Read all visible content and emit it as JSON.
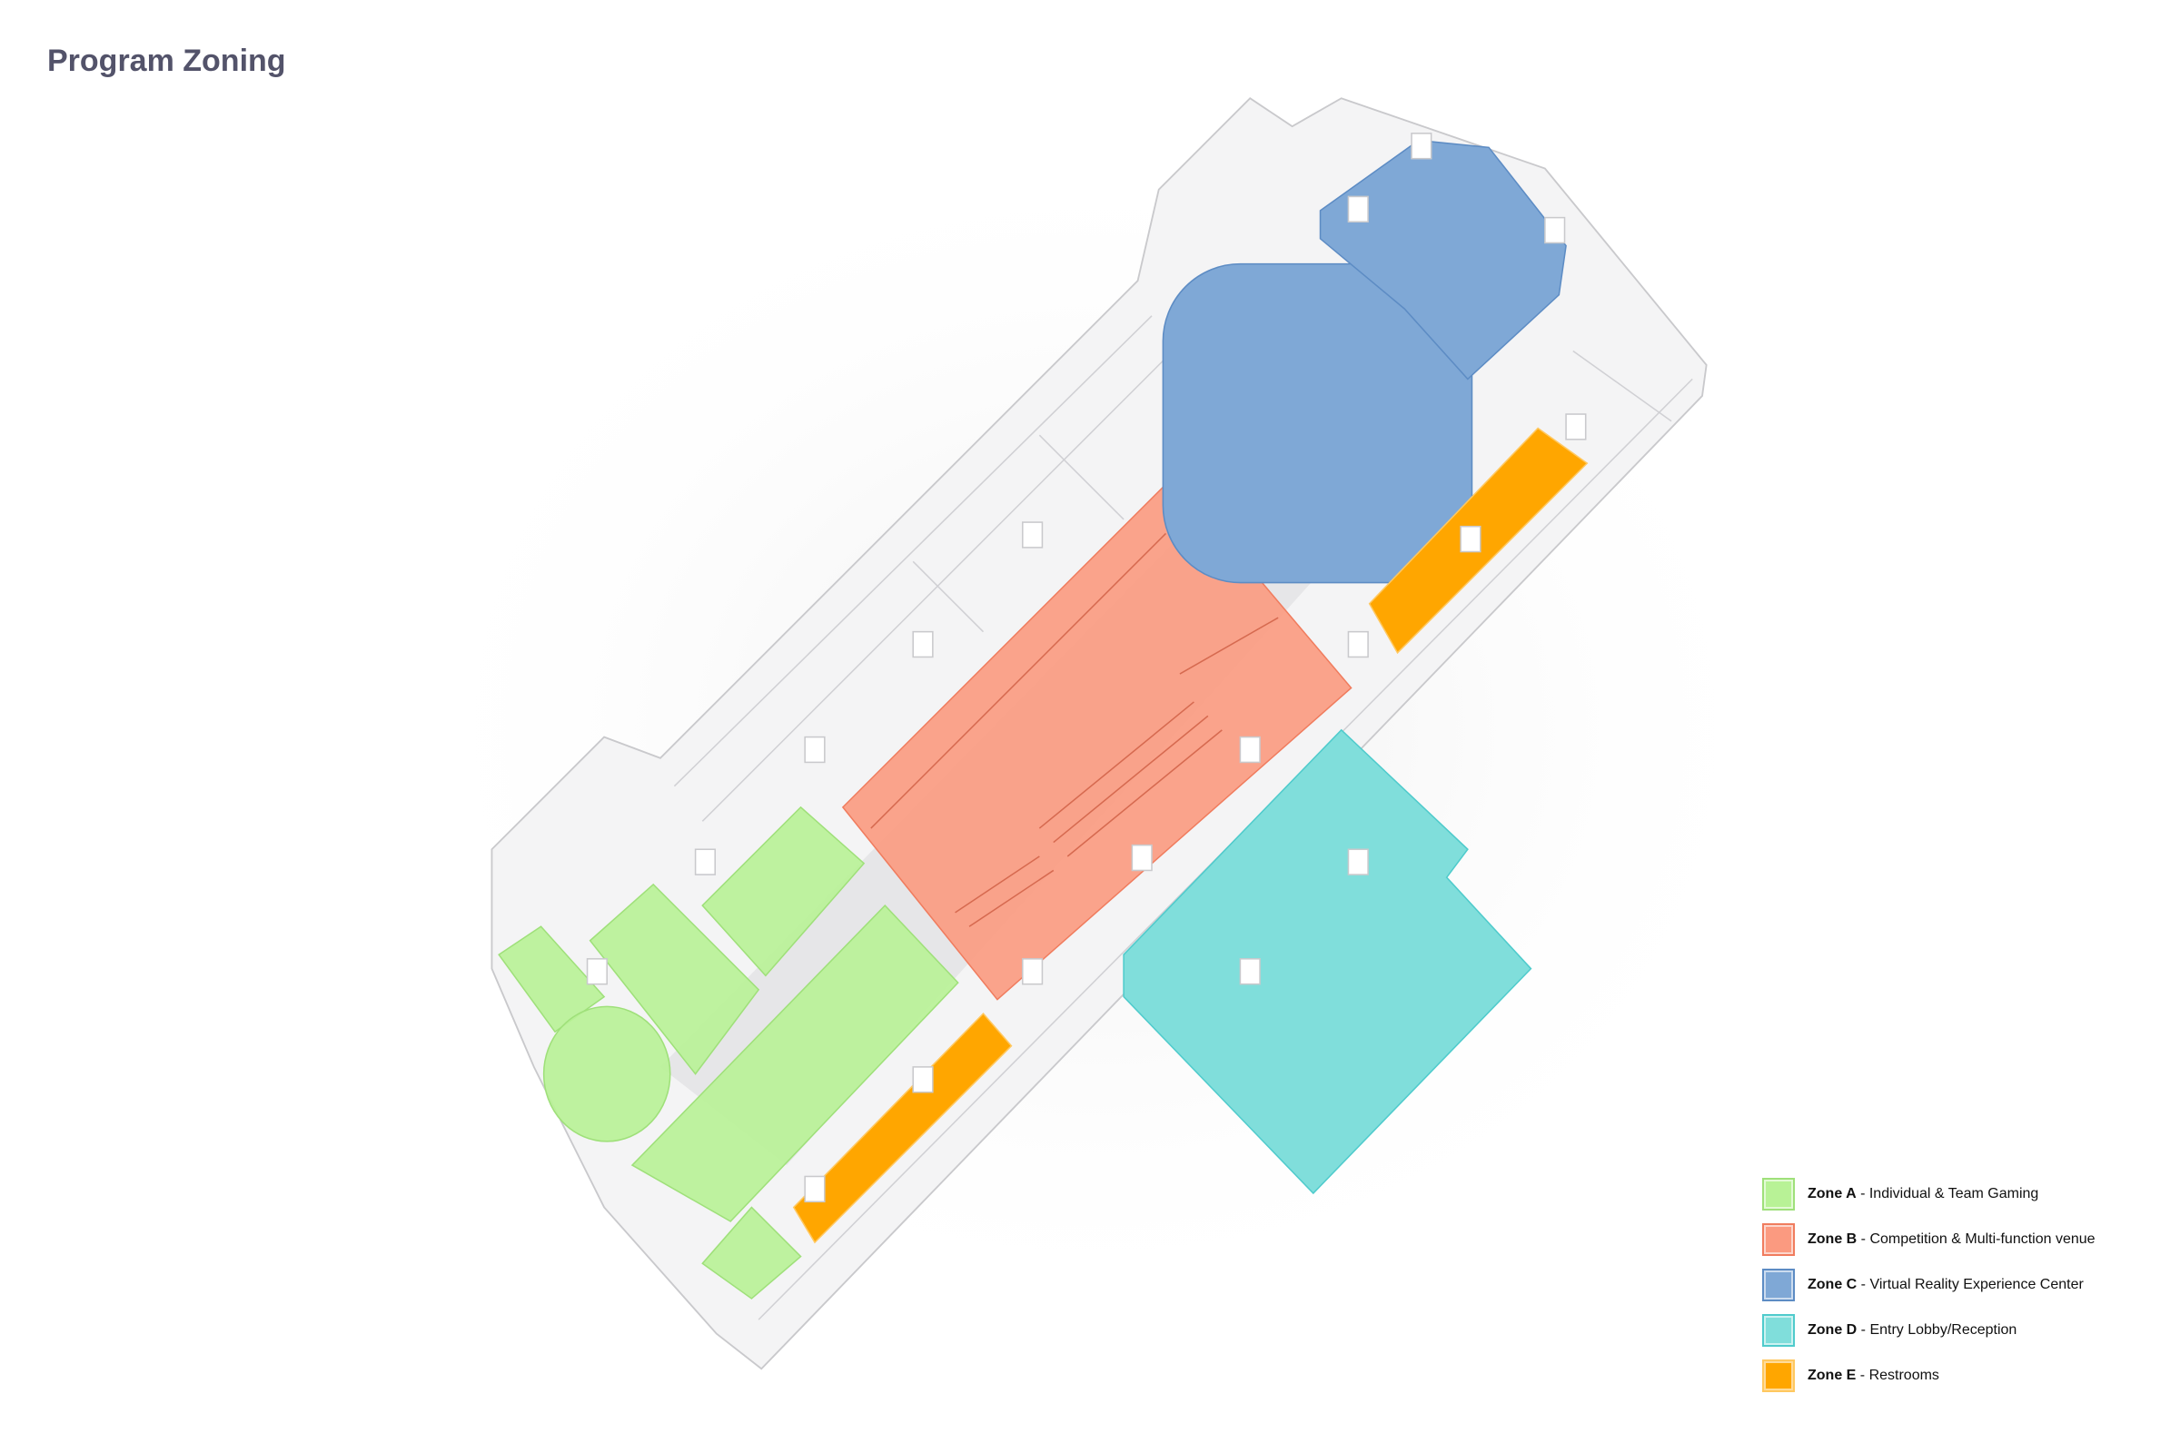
{
  "title": "Program Zoning",
  "legend": [
    {
      "zone": "Zone A",
      "desc": "Individual & Team Gaming",
      "color": "#b8f296",
      "border": "#9fe07a"
    },
    {
      "zone": "Zone B",
      "desc": "Competition & Multi-function venue",
      "color": "#fb9a80",
      "border": "#f07c5e"
    },
    {
      "zone": "Zone C",
      "desc": "Virtual Reality Experience Center",
      "color": "#7fa8d6",
      "border": "#5d8cc4"
    },
    {
      "zone": "Zone D",
      "desc": "Entry Lobby/Reception",
      "color": "#80dedb",
      "border": "#4fcbcc"
    },
    {
      "zone": "Zone E",
      "desc": "Restrooms",
      "color": "#ffa600",
      "border": "#ffc860"
    }
  ]
}
